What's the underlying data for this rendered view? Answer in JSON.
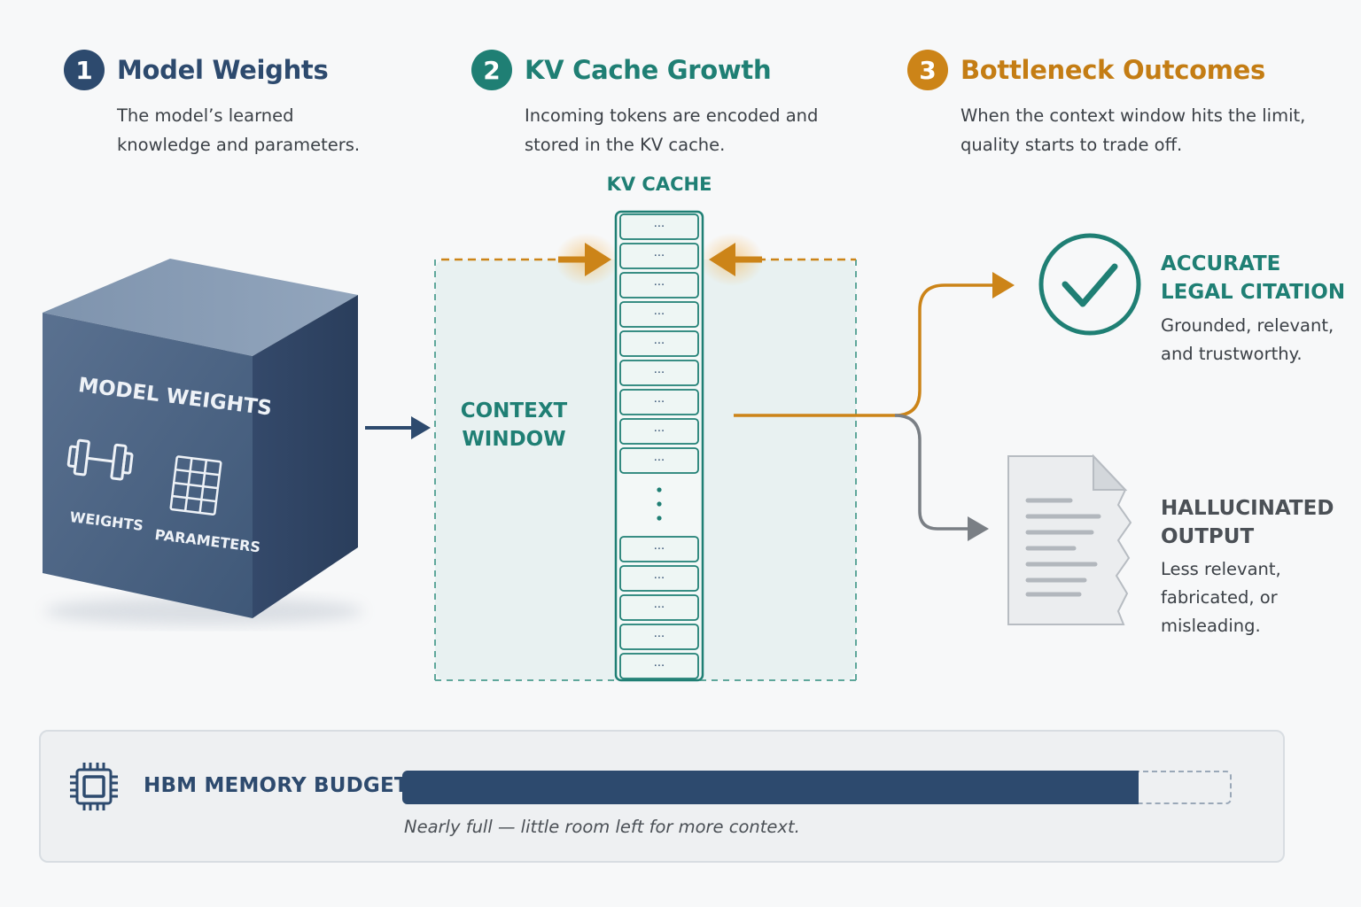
{
  "steps": [
    {
      "number": "1",
      "title": "Model Weights",
      "description": "The model’s learned\nknowledge and parameters."
    },
    {
      "number": "2",
      "title": "KV Cache Growth",
      "description": "Incoming tokens are encoded and\nstored in the KV cache."
    },
    {
      "number": "3",
      "title": "Bottleneck Outcomes",
      "description": "When the context window hits the limit,\nquality starts to trade off."
    }
  ],
  "cube": {
    "title": "MODEL WEIGHTS",
    "weights_label": "WEIGHTS",
    "parameters_label": "PARAMETERS",
    "icons": [
      "dumbbell-icon",
      "grid-icon"
    ]
  },
  "kv_cache": {
    "label": "KV CACHE",
    "slot_text": "···",
    "context_label": "CONTEXT\nWINDOW"
  },
  "outcomes": {
    "accurate": {
      "title": "ACCURATE\nLEGAL CITATION",
      "description": "Grounded, relevant,\nand trustworthy.",
      "icon": "checkmark-circle-icon"
    },
    "hallucinated": {
      "title": "HALLUCINATED\nOUTPUT",
      "description": "Less relevant,\nfabricated, or\nmisleading.",
      "icon": "torn-document-icon"
    }
  },
  "budget": {
    "title": "HBM MEMORY BUDGET",
    "icon": "memory-chip-icon",
    "fill_fraction": 0.89,
    "note": "Nearly full — little room left for more context."
  },
  "colors": {
    "navy": "#2d4a6e",
    "teal": "#1f7f74",
    "amber": "#cc8418",
    "gray": "#7a7f85"
  }
}
